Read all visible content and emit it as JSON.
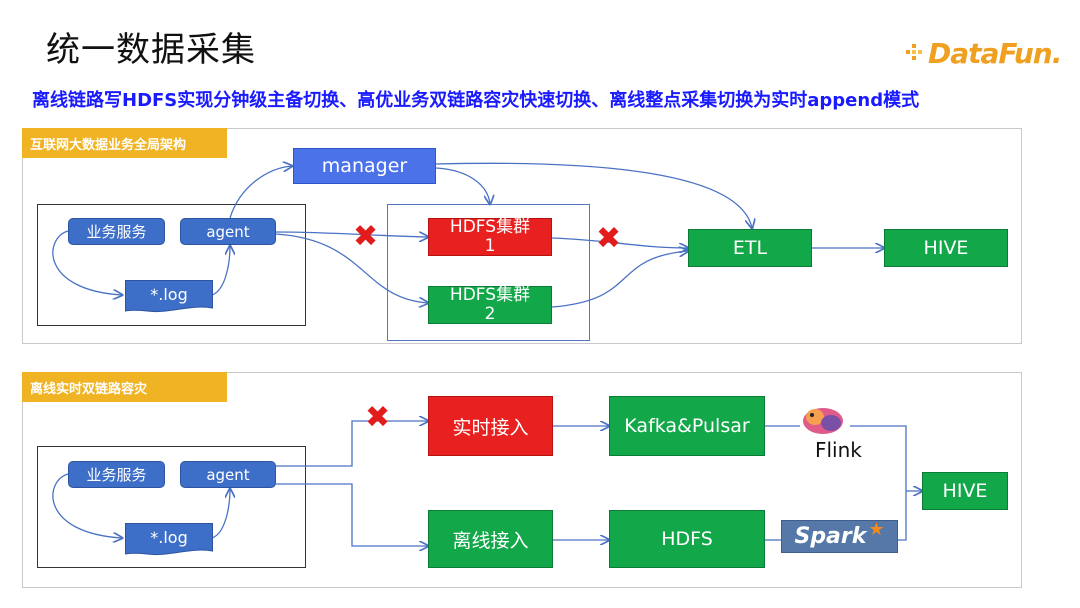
{
  "page": {
    "title": "统一数据采集",
    "subtitle": "离线链路写HDFS实现分钟级主备切换、高优业务双链路容灾快速切换、离线整点采集切换为实时append模式",
    "logo_text": "DataFun."
  },
  "panel1": {
    "tag": "互联网大数据业务全局架构",
    "service": "业务服务",
    "agent": "agent",
    "log": "*.log",
    "manager": "manager",
    "hdfs1": "HDFS集群\n1",
    "hdfs2": "HDFS集群\n2",
    "etl": "ETL",
    "hive": "HIVE"
  },
  "panel2": {
    "tag": "离线实时双链路容灾",
    "service": "业务服务",
    "agent": "agent",
    "log": "*.log",
    "realtime_ingest": "实时接入",
    "offline_ingest": "离线接入",
    "kafka": "Kafka&Pulsar",
    "hdfs": "HDFS",
    "flink": "Flink",
    "spark": "Spark",
    "hive": "HIVE"
  },
  "colors": {
    "accent_tag": "#f0b323",
    "blue_node": "#3e6fc8",
    "green_node": "#12a84a",
    "red_node": "#e8201f",
    "subtitle": "#1a1aff",
    "cross": "#e21b1b"
  }
}
